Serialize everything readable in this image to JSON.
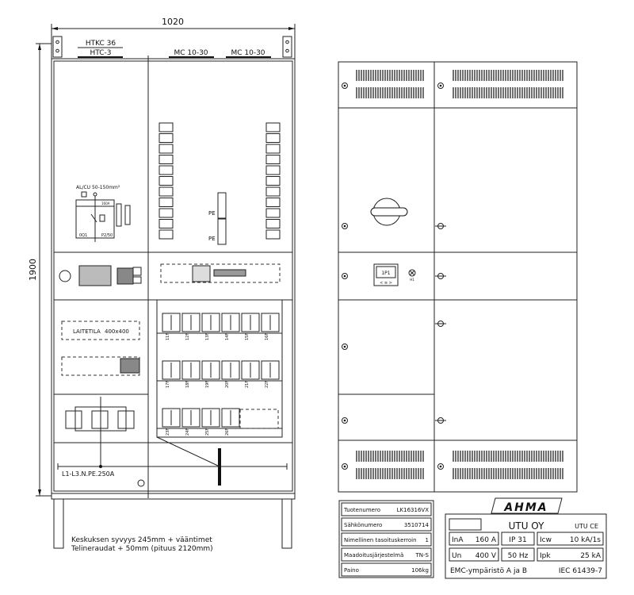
{
  "dimensions": {
    "width": "1020",
    "height": "1900"
  },
  "front_view": {
    "top_labels": {
      "htkc": "HTKC 36",
      "htc": "HTC-3",
      "mc_left": "MC 10-30",
      "mc_right": "MC 10-30"
    },
    "incomer": {
      "cable": "AL/CU 50-150mm²",
      "rating": "160A",
      "left_tag": "0Q1",
      "right_tag": "P2/50"
    },
    "pe_labels": [
      "PE",
      "PE"
    ],
    "device_space": {
      "label": "LAITETILA",
      "size": "400x400"
    },
    "breakers": [
      "11F",
      "12F",
      "13F",
      "14F",
      "15F",
      "16F",
      "17F",
      "18F",
      "19F",
      "20F",
      "21F",
      "22F",
      "23F",
      "24F",
      "25F",
      "26F"
    ],
    "busbar_label": "L1-L3.N.PE.250A",
    "notes": [
      "Keskuksen syvyys 245mm + vääntimet",
      "Telineraudat + 50mm (pituus 2120mm)"
    ]
  },
  "door_view": {
    "display_label": "1P1",
    "display_buttons": "< ≡ >",
    "lamp_label": "H1"
  },
  "spec_table": [
    {
      "label": "Tuotenumero",
      "value": "LK16316VX"
    },
    {
      "label": "Sähkönumero",
      "value": "3510714"
    },
    {
      "label": "Nimellinen tasoituskerroin",
      "value": "1"
    },
    {
      "label": "Maadoitusjärjestelmä",
      "value": "TN-S"
    },
    {
      "label": "Paino",
      "value": "106kg"
    }
  ],
  "nameplate": {
    "brand": "AHMA",
    "maker": "UTU OY",
    "marks": "UTU CE",
    "cells": [
      {
        "label": "InA",
        "value": "160 A"
      },
      {
        "label": "",
        "value": "IP 31"
      },
      {
        "label": "Icw",
        "value": "10 kA/1s"
      },
      {
        "label": "Un",
        "value": "400 V"
      },
      {
        "label": "",
        "value": "50 Hz"
      },
      {
        "label": "Ipk",
        "value": "25 kA"
      }
    ],
    "emc": "EMC-ympäristö  A ja B",
    "standard": "IEC 61439-7"
  }
}
